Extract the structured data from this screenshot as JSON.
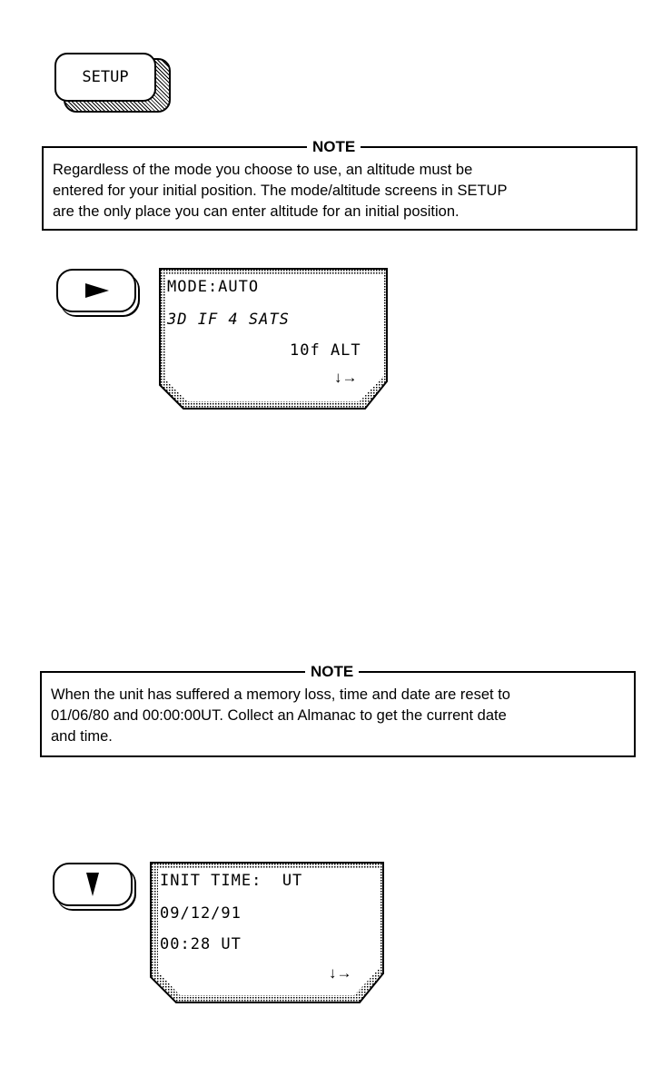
{
  "setup_key": {
    "label": "SETUP"
  },
  "note1": {
    "title": "NOTE",
    "lines": [
      "Regardless of the mode you choose to use, an altitude must be",
      "entered for your initial position. The mode/altitude screens in SETUP",
      "are the only place you can enter altitude for an initial position."
    ]
  },
  "screen1": {
    "lines": [
      "MODE:AUTO",
      "3D IF 4 SATS",
      "10f ALT"
    ],
    "nav": "↓→"
  },
  "note2": {
    "title": "NOTE",
    "lines": [
      "When the unit has suffered a memory loss, time and date are reset to",
      "01/06/80 and 00:00:00UT. Collect an Almanac to get the current date",
      "and time."
    ]
  },
  "screen2": {
    "lines": [
      "INIT TIME:  UT",
      "09/12/91",
      "00:28 UT"
    ],
    "nav": "↓→"
  },
  "icons": {
    "right_key": "right-arrow-icon",
    "down_key": "down-arrow-icon"
  }
}
